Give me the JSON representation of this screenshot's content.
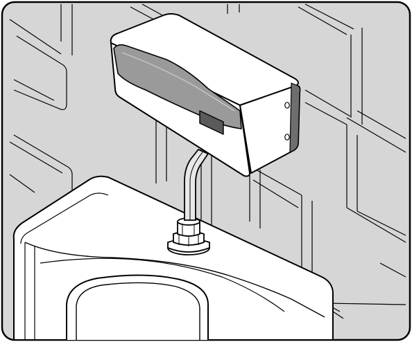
{
  "colors": {
    "background": "#d6d6d6",
    "outline": "#000000",
    "white": "#ffffff",
    "panel_gray": "#9a9a9a",
    "sensor_dark": "#5a5a5a",
    "edge_dark": "#6e6e6e",
    "pipe_light": "#e8e8e8"
  },
  "components": {
    "wall": "tiled-wall",
    "flush_unit": "sensor-flush-valve",
    "pipe": "flush-pipe",
    "fitting": "pipe-nut-fitting",
    "urinal": "urinal-bowl"
  }
}
